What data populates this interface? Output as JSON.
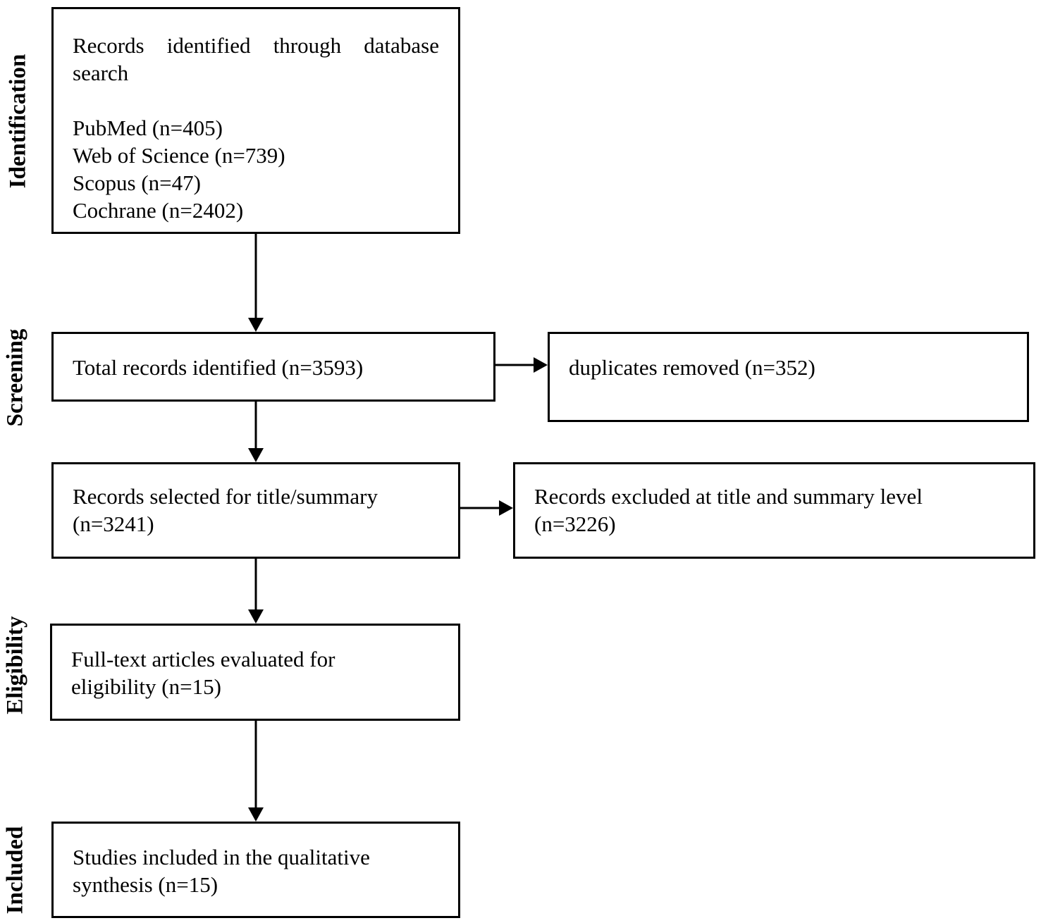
{
  "stages": {
    "identification": "Identification",
    "screening": "Screening",
    "eligibility": "Eligibility",
    "included": "Included"
  },
  "boxes": {
    "identified": {
      "heading_line1": "Records identified through database",
      "heading_line2": "search",
      "sources": [
        "PubMed (n=405)",
        "Web of Science (n=739)",
        "Scopus (n=47)",
        "Cochrane (n=2402)"
      ]
    },
    "total": {
      "text": "Total records identified (n=3593)"
    },
    "duplicates": {
      "text": "duplicates removed (n=352)"
    },
    "selected": {
      "line1": "Records selected for title/summary",
      "line2": "(n=3241)"
    },
    "excluded": {
      "line1": "Records excluded at title and summary level",
      "line2": "(n=3226)"
    },
    "fulltext": {
      "line1": "Full-text articles evaluated for",
      "line2": "eligibility (n=15)"
    },
    "included": {
      "line1": "Studies included in the qualitative",
      "line2": "synthesis (n=15)"
    }
  }
}
